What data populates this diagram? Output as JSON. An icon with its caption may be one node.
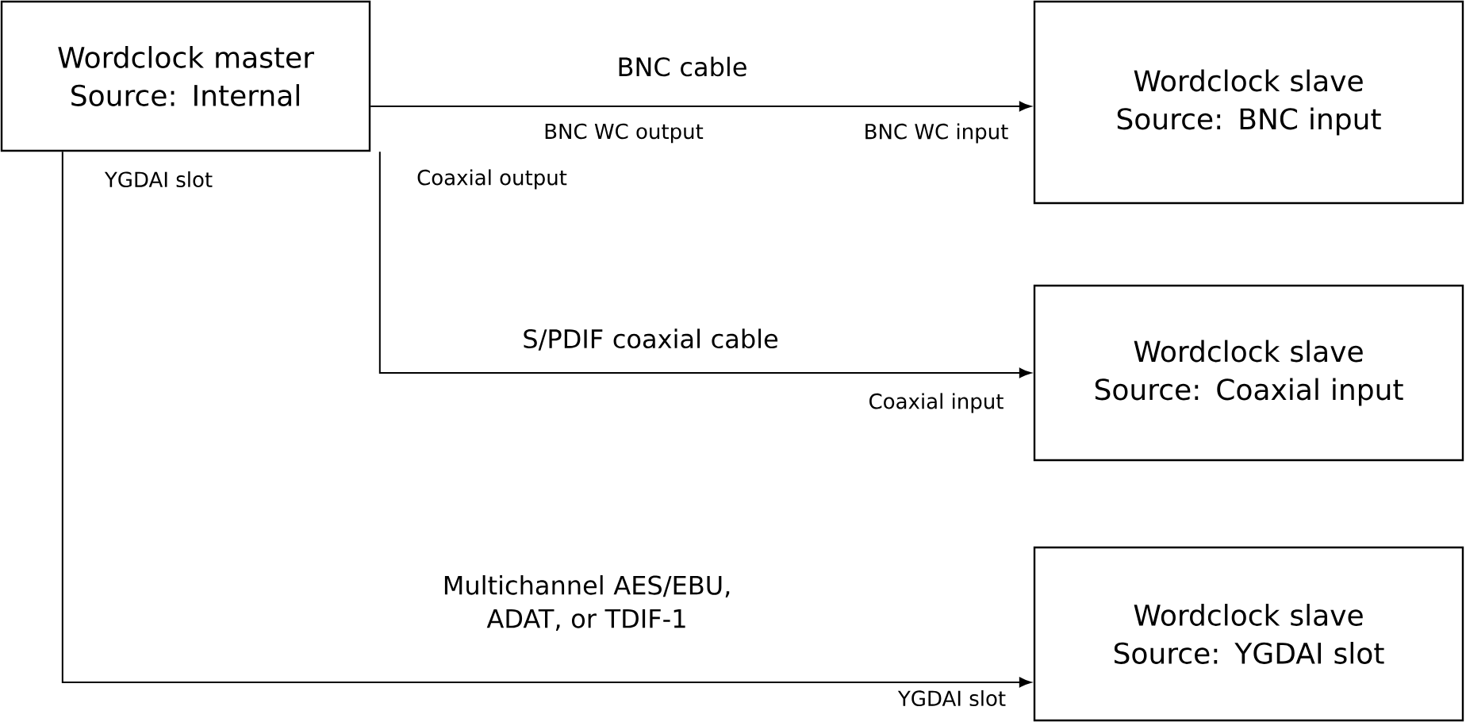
{
  "diagram": {
    "nodes": [
      {
        "text": [
          "Wordclock master Source: Internal"
        ]
      },
      {
        "text": [
          "Wordclock slave Source: BNC input"
        ]
      },
      {
        "text": [
          "Wordclock slave Source: Coaxial input"
        ]
      },
      {
        "text": [
          "Wordclock slave Source: YGDAI slot"
        ]
      }
    ],
    "edges": [
      {
        "from": 0,
        "to": 1,
        "arrow": "to",
        "label": "BNC cable"
      },
      {
        "from": 0,
        "to": 2,
        "arrow": "to",
        "label": "S/PDIF coaxial cable"
      },
      {
        "from": 0,
        "to": 3,
        "arrow": "to",
        "label": "Multichannel AES/EBU, ADAT, or TDIF-1"
      }
    ],
    "labels": [
      "BNC WC output",
      "BNC WC input",
      "YGDAI slot",
      "Coaxial output",
      "Coaxial input",
      "YGDAI slot"
    ]
  }
}
